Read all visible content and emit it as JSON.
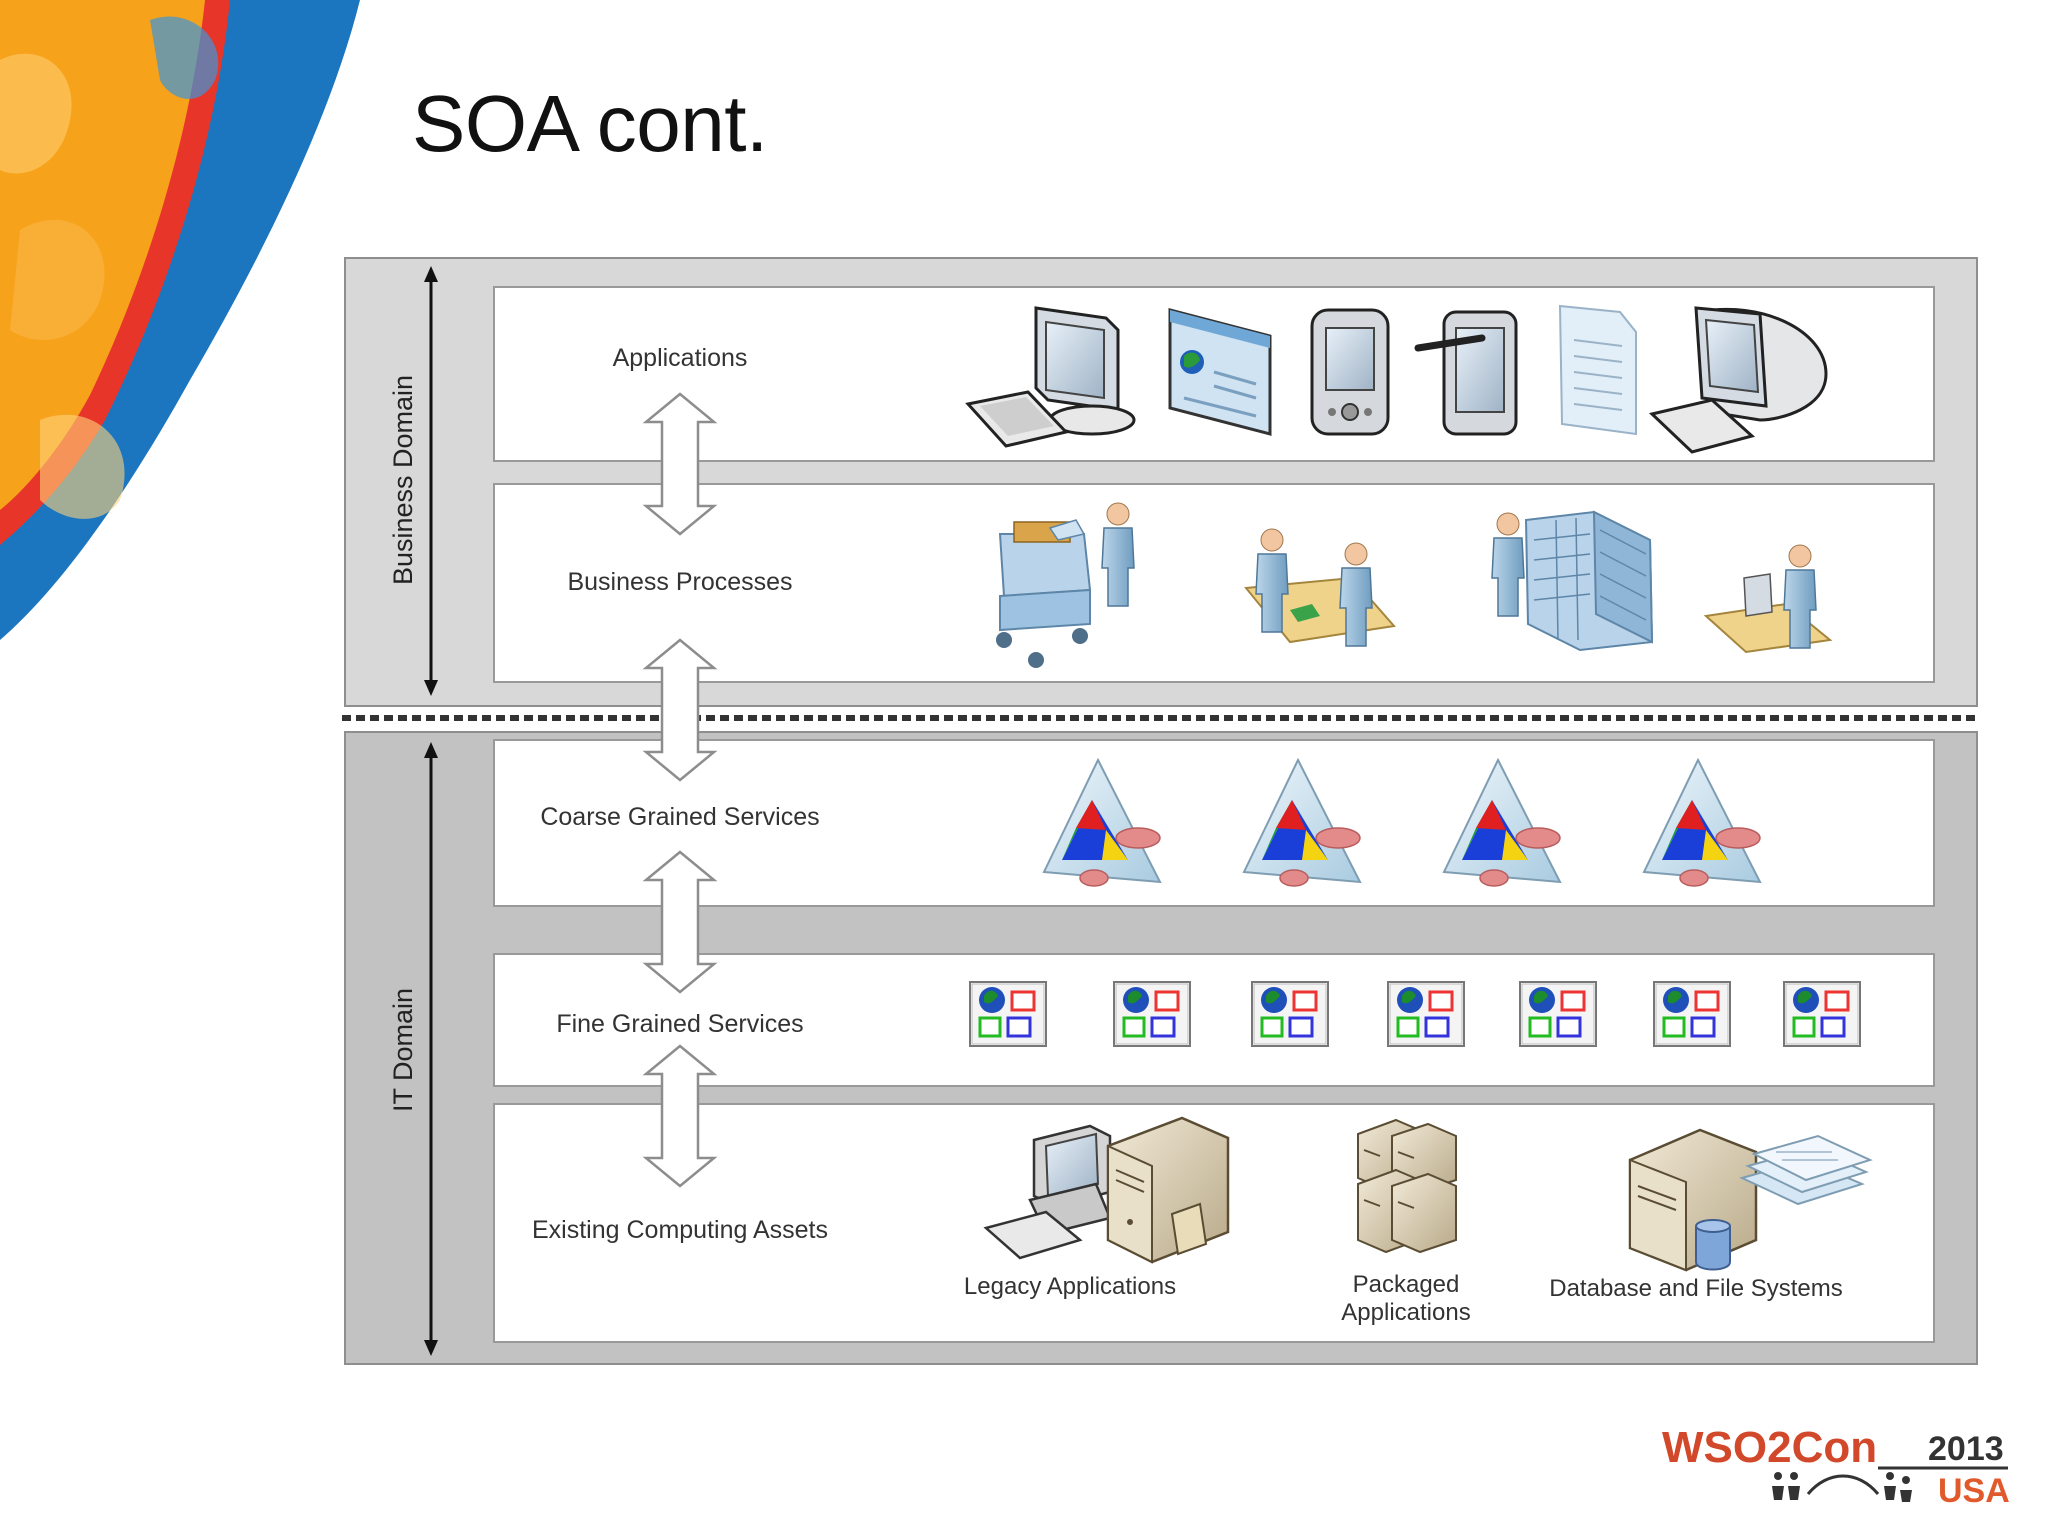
{
  "slide": {
    "title": "SOA cont."
  },
  "diagram": {
    "domains": {
      "business": "Business Domain",
      "it": "IT Domain"
    },
    "layers": {
      "applications": "Applications",
      "business_processes": "Business Processes",
      "coarse_grained": "Coarse Grained Services",
      "fine_grained": "Fine Grained Services",
      "existing_assets": "Existing Computing Assets"
    },
    "assets": {
      "legacy": "Legacy Applications",
      "packaged_line1": "Packaged",
      "packaged_line2": "Applications",
      "database": "Database and File Systems"
    }
  },
  "logo": {
    "brand": "WSO2Con",
    "year": "2013",
    "region": "USA"
  },
  "colors": {
    "deco_orange": "#f7a21b",
    "deco_red": "#e8352a",
    "deco_blue": "#1b76bf",
    "panel_grey": "#d6d6d6",
    "it_grey": "#c2c2c2",
    "brand_orange": "#d2482a"
  }
}
